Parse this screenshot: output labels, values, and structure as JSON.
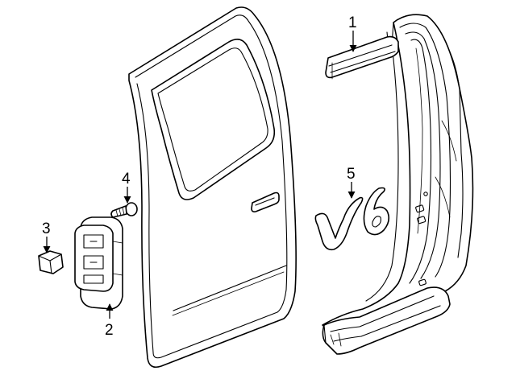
{
  "callouts": [
    {
      "id": "1",
      "label": "1",
      "part": "roof-rail-weatherstrip"
    },
    {
      "id": "2",
      "label": "2",
      "part": "door-check-bracket"
    },
    {
      "id": "3",
      "label": "3",
      "part": "clip-retainer"
    },
    {
      "id": "4",
      "label": "4",
      "part": "screw"
    },
    {
      "id": "5",
      "label": "5",
      "part": "v6-emblem"
    }
  ],
  "colors": {
    "line": "#000000",
    "background": "#ffffff"
  }
}
